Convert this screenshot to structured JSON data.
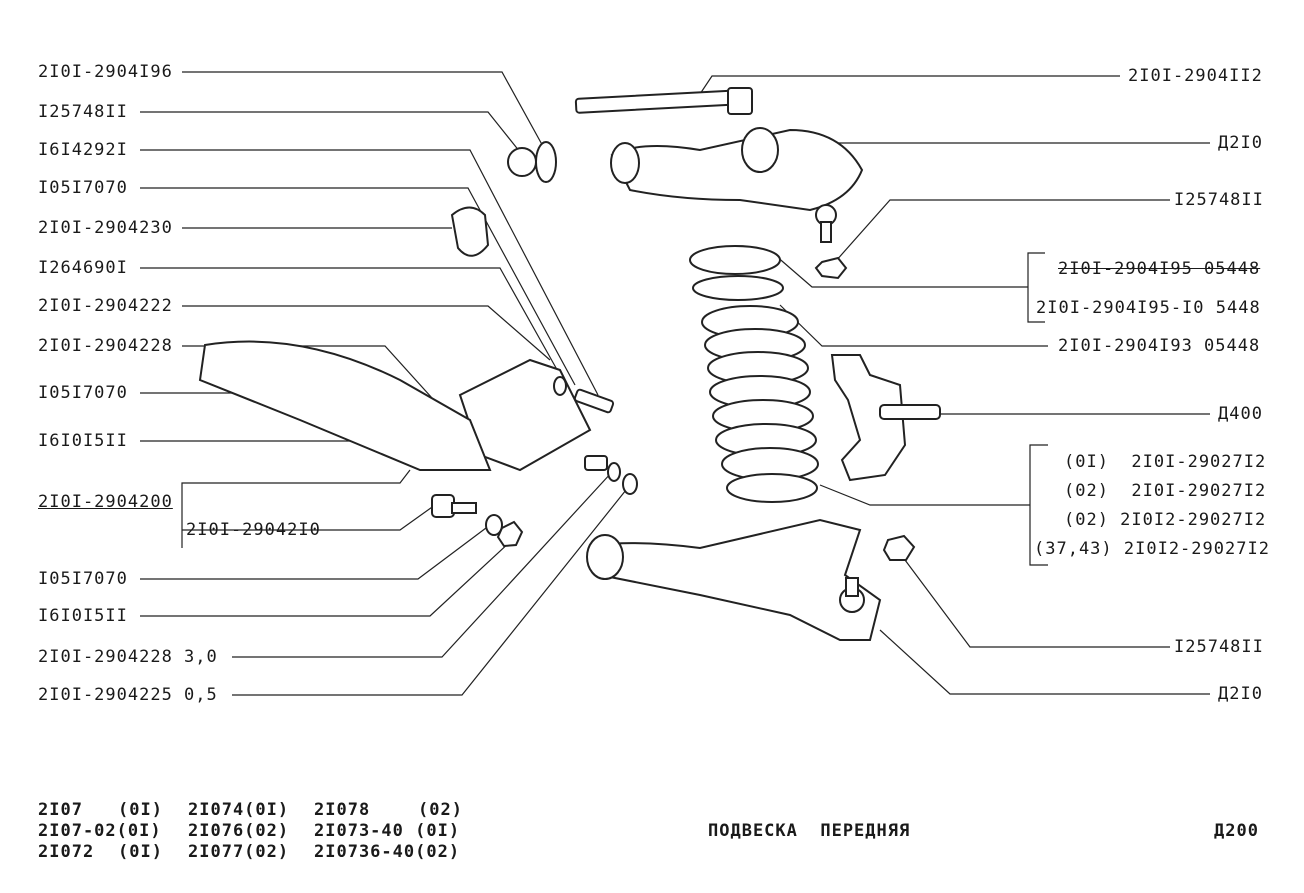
{
  "left_labels": [
    "2I0I-2904I96",
    "I25748II",
    "I6I4292I",
    "I05I7070",
    "2I0I-2904230",
    "I264690I",
    "2I0I-2904222",
    "2I0I-2904228",
    "I05I7070",
    "I6I0I5II",
    "2I0I-2904200",
    "2I0I-29042I0",
    "I05I7070",
    "I6I0I5II",
    "2I0I-2904228 3,0",
    "2I0I-2904225 0,5"
  ],
  "right_labels": [
    "2I0I-2904II2",
    "Д2I0",
    "I25748II",
    "2I0I-2904I95 05448",
    "2I0I-2904I95-I0 5448",
    "2I0I-2904I93 05448",
    "Д400",
    "(0I)  2I0I-29027I2",
    "(02)  2I0I-29027I2",
    "(02) 2I0I2-29027I2",
    "(37,43) 2I0I2-29027I2",
    "I25748II",
    "Д2I0"
  ],
  "footer": {
    "models": [
      [
        "2I07",
        "(0I)",
        "2I074(0I)",
        "2I078",
        "(02)"
      ],
      [
        "2I07-02(0I)",
        "",
        "2I076(02)",
        "2I073-40 (0I)",
        ""
      ],
      [
        "2I072",
        "(0I)",
        "2I077(02)",
        "2I0736-40(02)",
        ""
      ]
    ],
    "title": "ПОДВЕСКА  ПЕРЕДНЯЯ",
    "page_code": "Д200"
  }
}
